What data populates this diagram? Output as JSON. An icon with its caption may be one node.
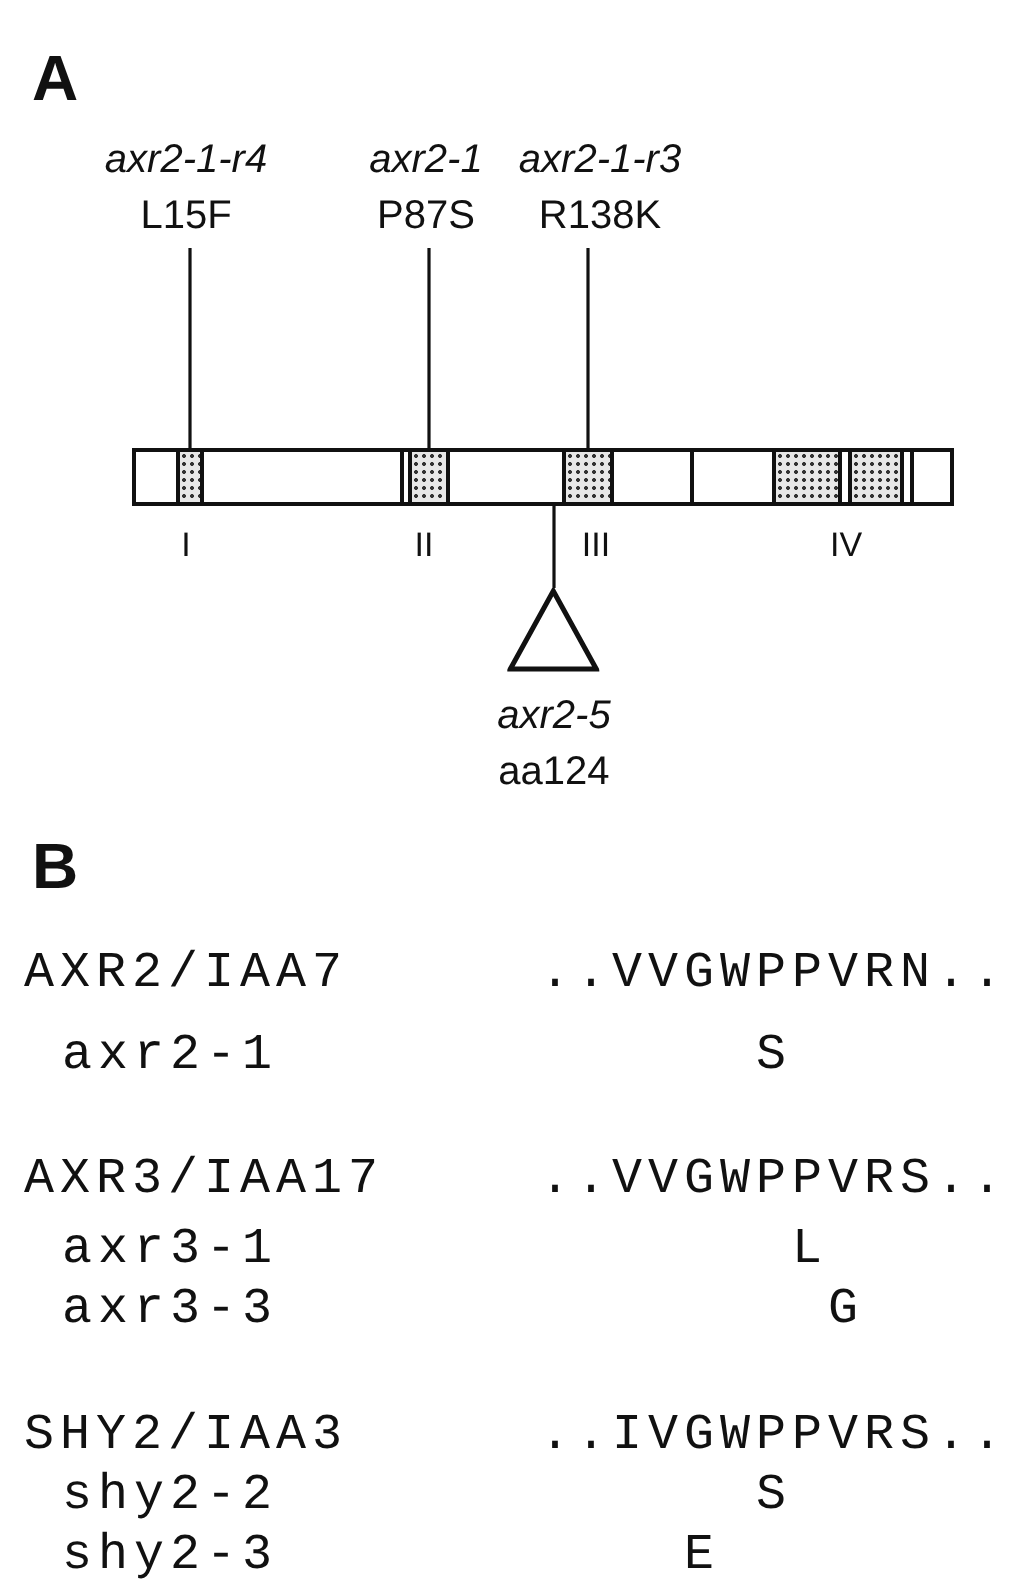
{
  "diagram": {
    "nodes": [
      {
        "text": [
          "axr2-1-r4",
          "L15F"
        ]
      },
      {
        "text": [
          "axr2-1",
          "P87S"
        ]
      },
      {
        "text": [
          "axr2-1-r3",
          "R138K"
        ]
      },
      {
        "text": [],
        "shape": "bar"
      },
      {
        "text": [],
        "shape": "box",
        "in": 3
      },
      {
        "text": [],
        "shape": "box",
        "in": 3
      },
      {
        "text": [],
        "shape": "box",
        "in": 3
      },
      {
        "text": [],
        "shape": "box",
        "in": 3
      },
      {
        "text": [],
        "shape": "box",
        "in": 3
      },
      {
        "text": [
          "axr2-5",
          "aa124"
        ]
      }
    ],
    "edges": [
      {
        "from": 0,
        "to": 4,
        "arrow": "none"
      },
      {
        "from": 1,
        "to": 5,
        "arrow": "none"
      },
      {
        "from": 2,
        "to": 6,
        "arrow": "none"
      },
      {
        "from": 9,
        "to": 3,
        "arrow": "none"
      }
    ],
    "labels": [
      "A",
      "I",
      "II",
      "III",
      "IV",
      "B",
      "AXR2/IAA7",
      "..VVGWPPVRN..",
      "axr2-1",
      "S",
      "AXR3/IAA17",
      "..VVGWPPVRS..",
      "axr3-1",
      "L",
      "axr3-3",
      "G",
      "SHY2/IAA3",
      "..IVGWPPVRS..",
      "shy2-2",
      "S",
      "shy2-3",
      "E"
    ]
  }
}
